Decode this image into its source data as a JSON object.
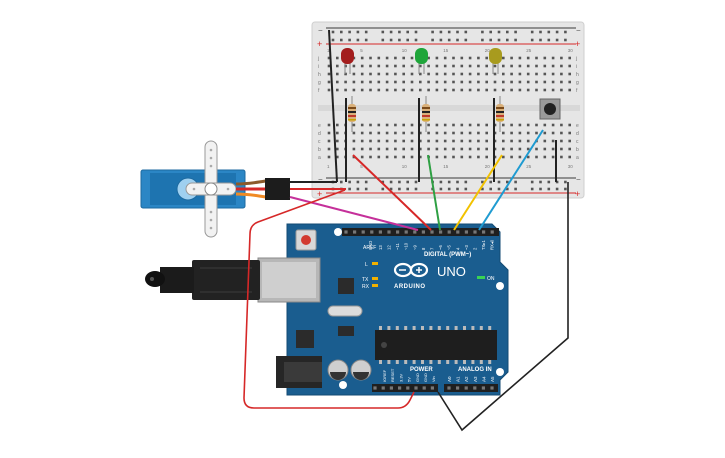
{
  "circuit": {
    "breadboard": {
      "plus_label": "+",
      "minus_label": "−",
      "row_letters_top": [
        "j",
        "i",
        "h",
        "g",
        "f"
      ],
      "row_letters_bottom": [
        "e",
        "d",
        "c",
        "b",
        "a"
      ],
      "column_numbers": [
        "1",
        "5",
        "10",
        "15",
        "20",
        "25",
        "30"
      ]
    },
    "arduino": {
      "logo_text": "ARDUINO",
      "model": "UNO",
      "digital_label": "DIGITAL (PWM~)",
      "power_label": "POWER",
      "analog_label": "ANALOG IN",
      "on_label": "ON",
      "l_label": "L",
      "tx_label": "TX",
      "rx_label": "RX",
      "aref_label": "AREF",
      "gnd_label": "GND",
      "digital_pins": [
        "13",
        "12",
        "~11",
        "~10",
        "~9",
        "8",
        "7",
        "~6",
        "~5",
        "4",
        "~3",
        "2",
        "TX▸1",
        "RX◂0"
      ],
      "power_pins": [
        "IOREF",
        "RESET",
        "3.3V",
        "5V",
        "GND",
        "GND",
        "Vin"
      ],
      "analog_pins": [
        "A0",
        "A1",
        "A2",
        "A3",
        "A4",
        "A5"
      ]
    },
    "components": {
      "leds": [
        "red",
        "green",
        "yellow"
      ],
      "resistors": 3,
      "pushbutton": 1,
      "servo": 1
    },
    "colors": {
      "board_blue": "#1a5d8f",
      "breadboard": "#e6e6e6",
      "wire_red": "#d62828",
      "wire_black": "#222222",
      "wire_green": "#2ea043",
      "wire_yellow": "#f2c200",
      "wire_blue": "#1f9bd1",
      "wire_magenta": "#c5309a",
      "servo_blue": "#2b86c5"
    }
  }
}
